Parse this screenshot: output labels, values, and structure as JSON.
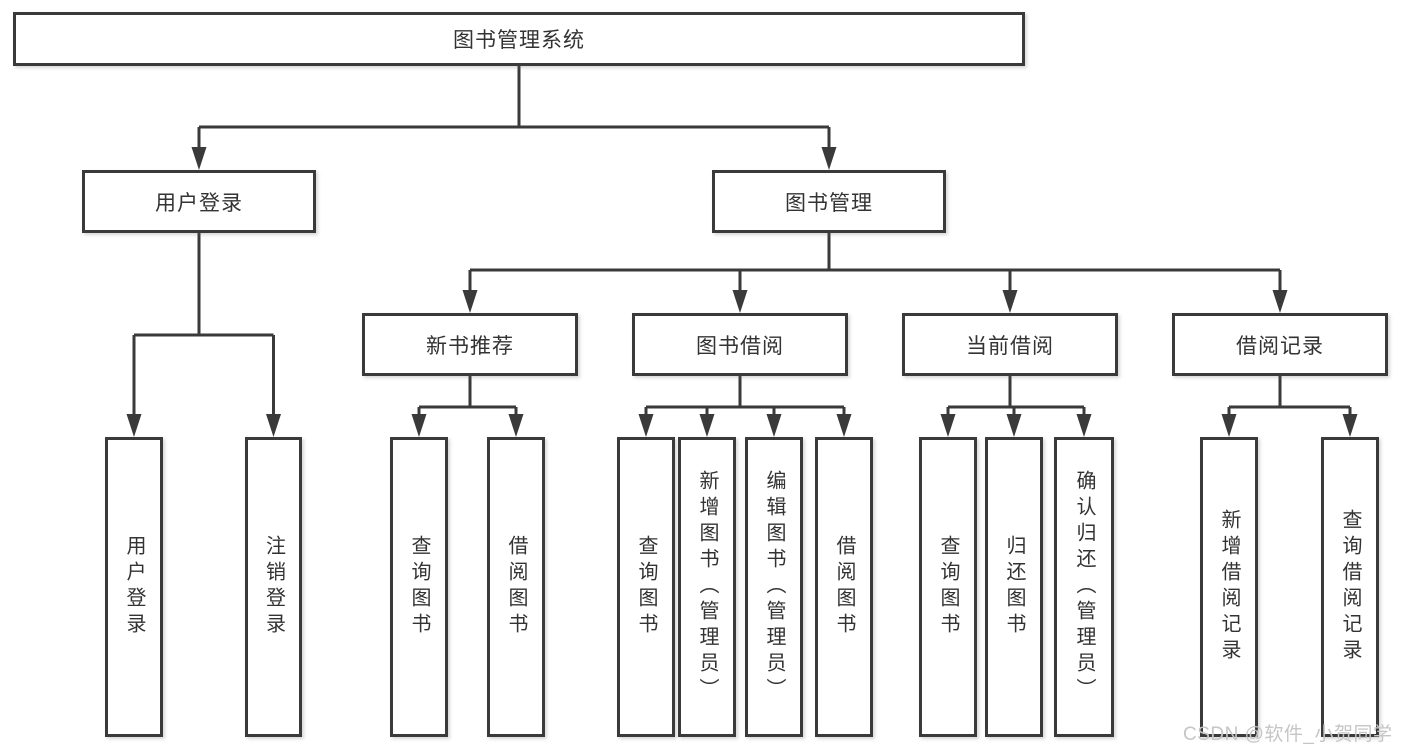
{
  "diagram_title": "图书管理系统",
  "tree": {
    "label": "图书管理系统",
    "children": [
      {
        "label": "用户登录",
        "children": [
          {
            "label": "用户登录"
          },
          {
            "label": "注销登录"
          }
        ]
      },
      {
        "label": "图书管理",
        "children": [
          {
            "label": "新书推荐",
            "children": [
              {
                "label": "查询图书"
              },
              {
                "label": "借阅图书"
              }
            ]
          },
          {
            "label": "图书借阅",
            "children": [
              {
                "label": "查询图书"
              },
              {
                "label": "新增图书（管理员）"
              },
              {
                "label": "编辑图书（管理员）"
              },
              {
                "label": "借阅图书"
              }
            ]
          },
          {
            "label": "当前借阅",
            "children": [
              {
                "label": "查询图书"
              },
              {
                "label": "归还图书"
              },
              {
                "label": "确认归还（管理员）"
              }
            ]
          },
          {
            "label": "借阅记录",
            "children": [
              {
                "label": "新增借阅记录"
              },
              {
                "label": "查询借阅记录"
              }
            ]
          }
        ]
      }
    ]
  },
  "watermark": "CSDN @软件_小贺同学",
  "colors": {
    "line": "#3a3a3a",
    "text": "#333333",
    "box_background": "#ffffff",
    "page_background": "#ffffff",
    "watermark": "#c6c6c6"
  }
}
